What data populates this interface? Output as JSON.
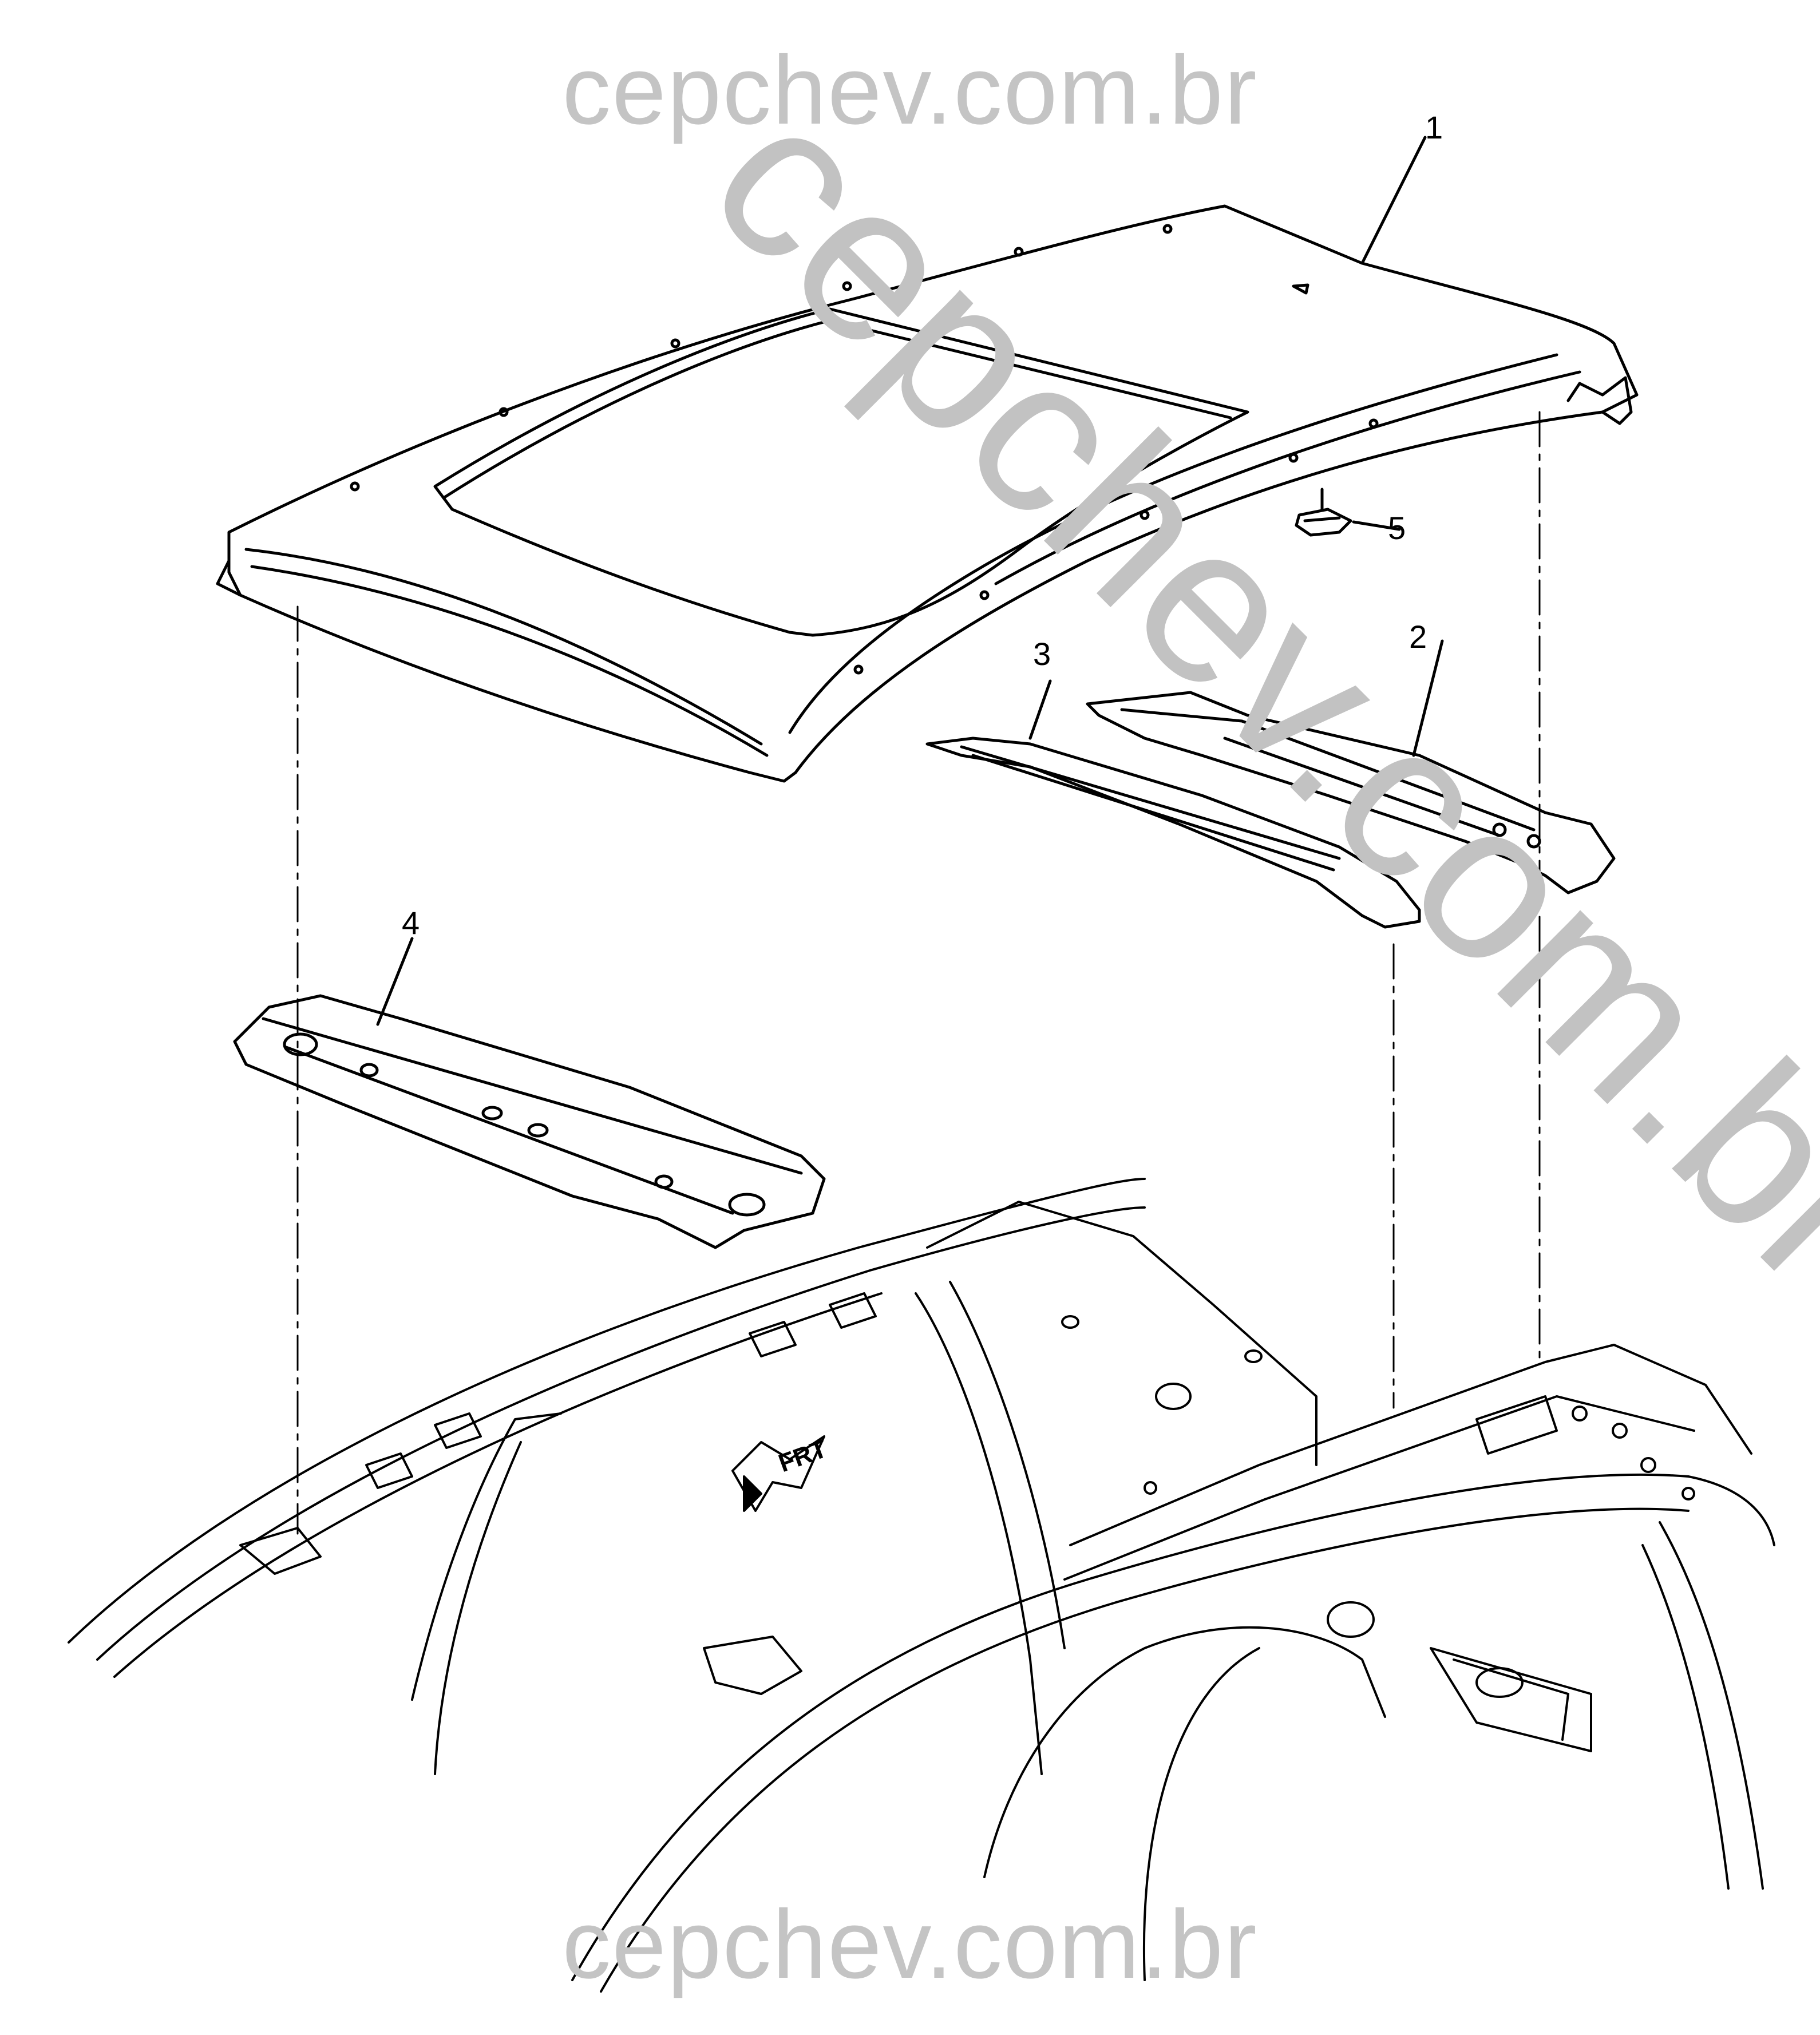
{
  "watermark": {
    "top": "cepchev.com.br",
    "bottom": "cepchev.com.br",
    "diagonal": "cepchev.com.br"
  },
  "callouts": {
    "c1": "1",
    "c2": "2",
    "c3": "3",
    "c4": "4",
    "c5": "5"
  },
  "direction_marker": {
    "label": "FRT"
  },
  "colors": {
    "line": "#000000",
    "watermark": "#c4c4c4",
    "background": "#ffffff"
  }
}
